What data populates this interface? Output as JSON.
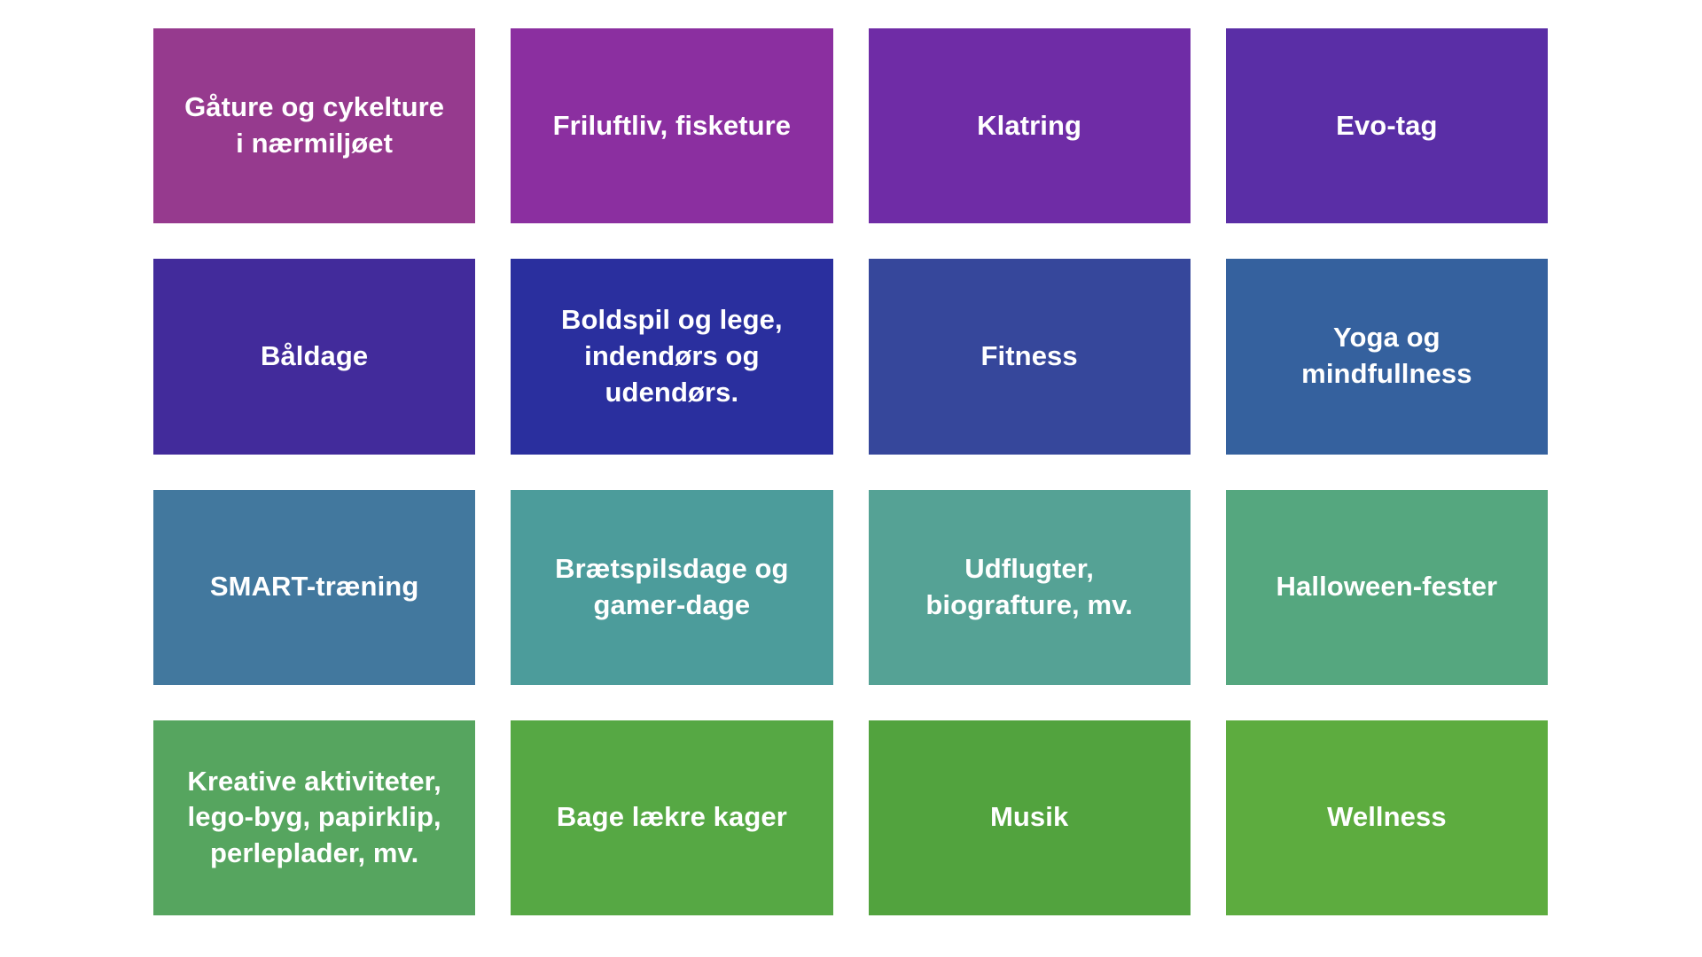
{
  "page": {
    "background_color": "#ffffff",
    "text_color": "#ffffff",
    "columns": 4,
    "rows": 4
  },
  "grid": {
    "tiles": [
      {
        "label": "Gåture og cykelture\ni nærmiljøet",
        "color": "#963a8e",
        "row": 1,
        "col": 1
      },
      {
        "label": "Friluftliv, fisketure",
        "color": "#8b2fa0",
        "row": 1,
        "col": 2
      },
      {
        "label": "Klatring",
        "color": "#6f2ca6",
        "row": 1,
        "col": 3
      },
      {
        "label": "Evo-tag",
        "color": "#5a2ea6",
        "row": 1,
        "col": 4
      },
      {
        "label": "Båldage",
        "color": "#422b9b",
        "row": 2,
        "col": 1
      },
      {
        "label": "Boldspil og lege,\nindendørs og\nudendørs.",
        "color": "#2a2f9e",
        "row": 2,
        "col": 2
      },
      {
        "label": "Fitness",
        "color": "#36479b",
        "row": 2,
        "col": 3
      },
      {
        "label": "Yoga og\nmindfullness",
        "color": "#35619e",
        "row": 2,
        "col": 4
      },
      {
        "label": "SMART-træning",
        "color": "#42789e",
        "row": 3,
        "col": 1
      },
      {
        "label": "Brætspilsdage og\ngamer-dage",
        "color": "#4c9c9b",
        "row": 3,
        "col": 2
      },
      {
        "label": "Udflugter,\nbiografture, mv.",
        "color": "#55a295",
        "row": 3,
        "col": 3
      },
      {
        "label": "Halloween-fester",
        "color": "#55a77f",
        "row": 3,
        "col": 4
      },
      {
        "label": "Kreative aktiviteter,\nlego-byg, papirklip,\nperleplader, mv.",
        "color": "#56a55f",
        "row": 4,
        "col": 1
      },
      {
        "label": "Bage lækre kager",
        "color": "#56a844",
        "row": 4,
        "col": 2
      },
      {
        "label": "Musik",
        "color": "#52a33e",
        "row": 4,
        "col": 3
      },
      {
        "label": "Wellness",
        "color": "#5dac3f",
        "row": 4,
        "col": 4
      }
    ]
  }
}
